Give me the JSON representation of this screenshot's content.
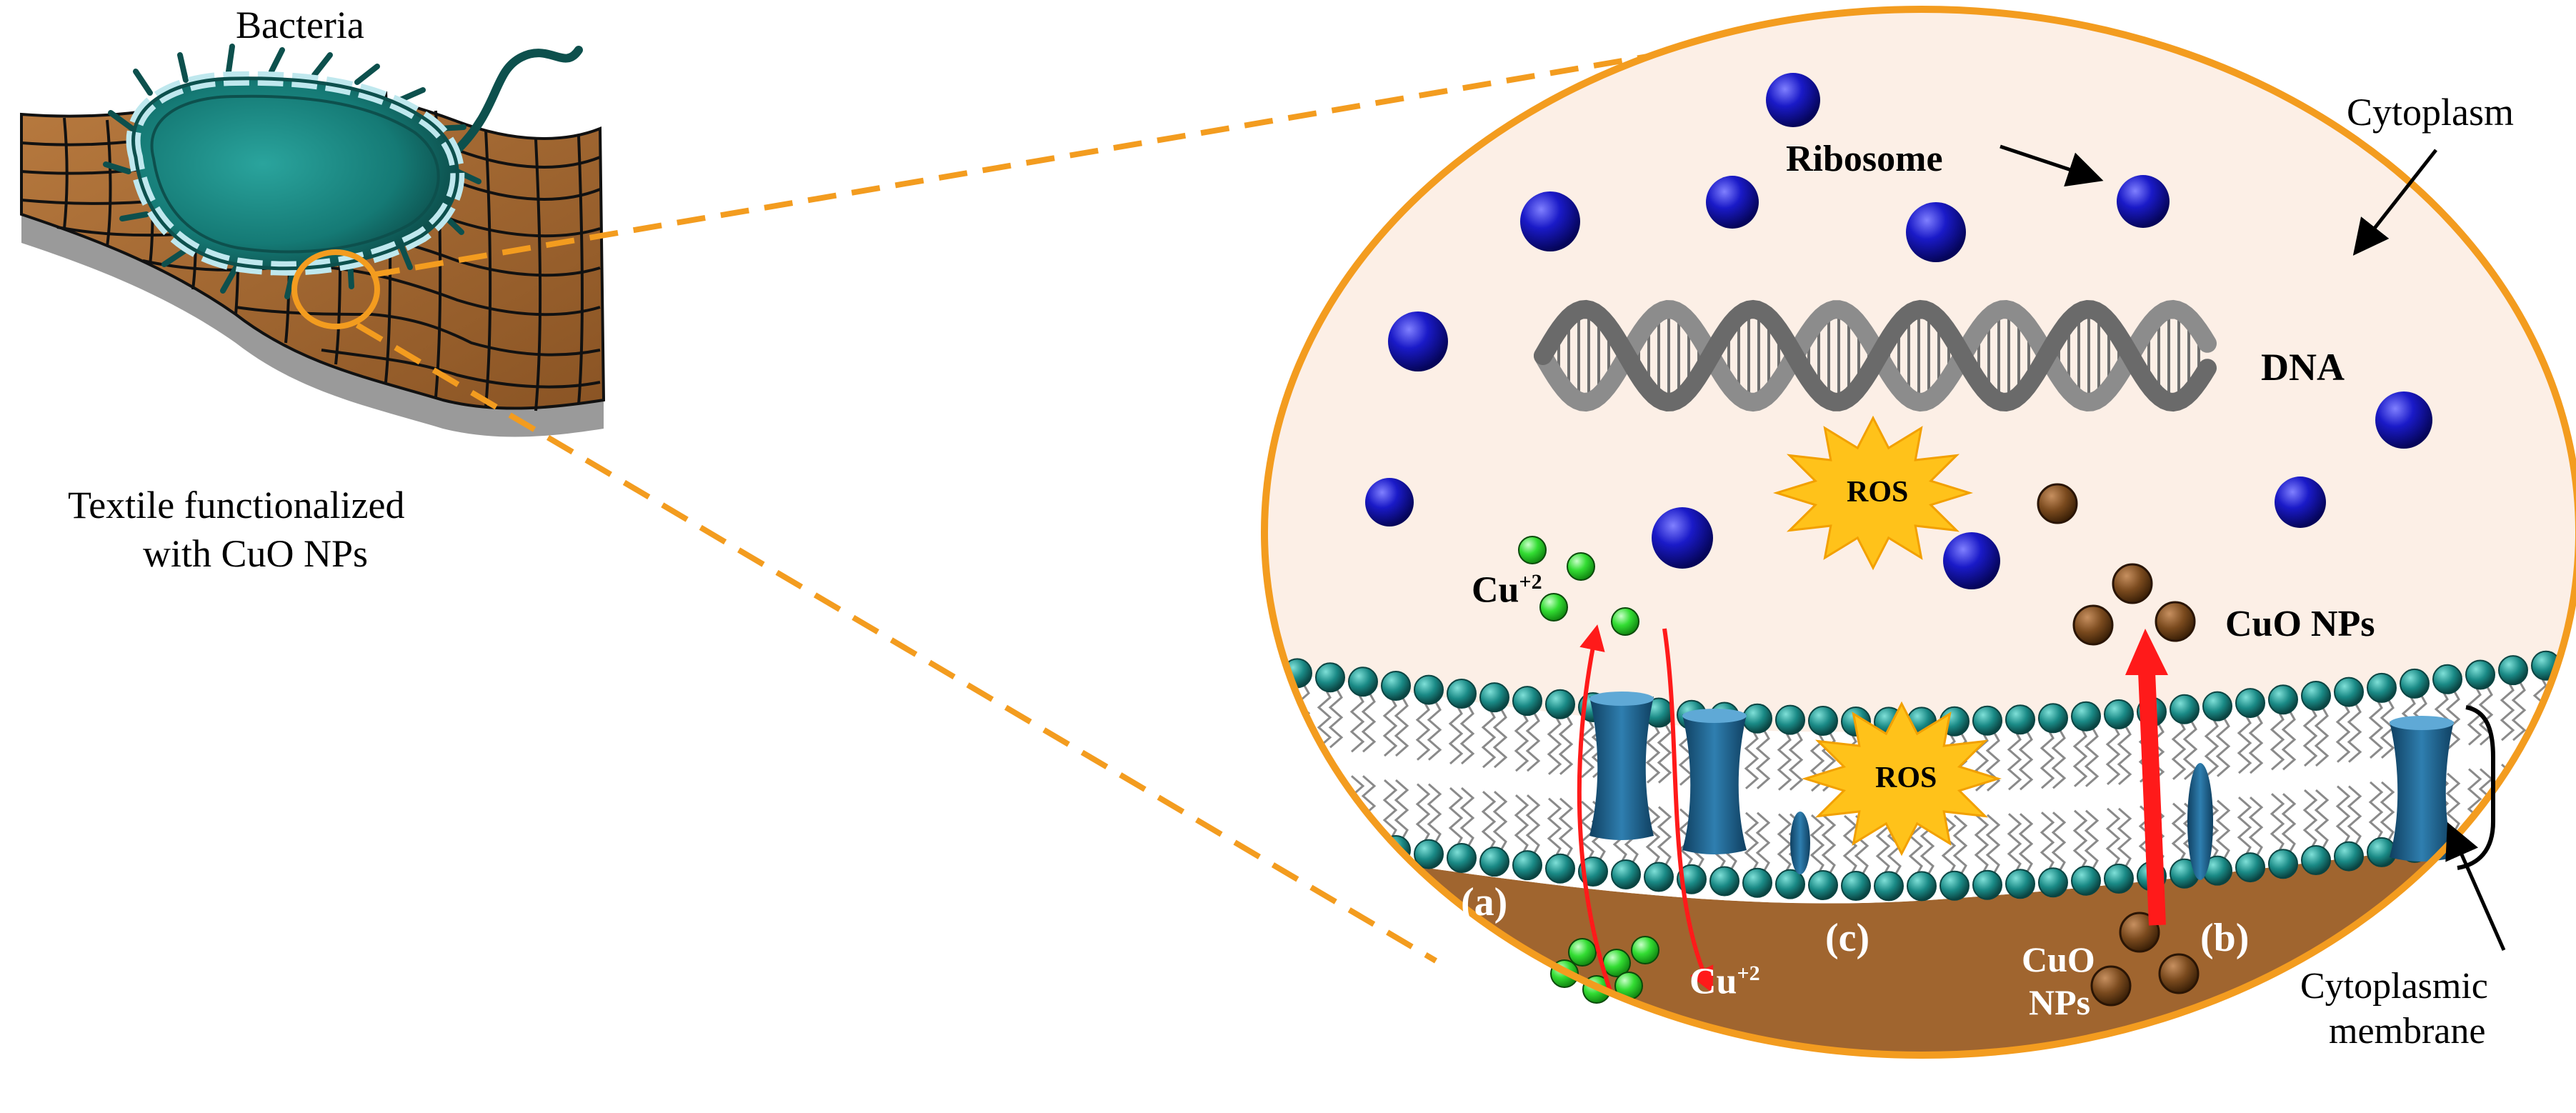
{
  "labels": {
    "bacteria": "Bacteria",
    "textile_line1": "Textile functionalized",
    "textile_line2": "with CuO NPs",
    "ribosome": "Ribosome",
    "cytoplasm": "Cytoplasm",
    "dna": "DNA",
    "ros_top": "ROS",
    "ros_membrane": "ROS",
    "cu_inside_base": "Cu",
    "cu_inside_sup": "+2",
    "cu_outside_base": "Cu",
    "cu_outside_sup": "+2",
    "cuo_inside": "CuO NPs",
    "cuo_outside_line1": "CuO",
    "cuo_outside_line2": "NPs",
    "mech_a": "(a)",
    "mech_b": "(b)",
    "mech_c": "(c)",
    "membrane_line1": "Cytoplasmic",
    "membrane_line2": "membrane"
  },
  "colors": {
    "orange_outline": "#f39c1f",
    "cytoplasm_fill": "#fcefe6",
    "extracellular_brown": "#a0652f",
    "ribosome_blue": "#1414b4",
    "cu_ion_green": "#33dd33",
    "cuo_particle_brown": "#7a4a1e",
    "lipid_head_teal": "#1a8a86",
    "channel_blue": "#1f5f8b",
    "ros_yellow": "#ffc21a",
    "arrow_red": "#ff1a1a",
    "bacterium_teal": "#1f8b86",
    "textile_brown": "#a86a33"
  }
}
